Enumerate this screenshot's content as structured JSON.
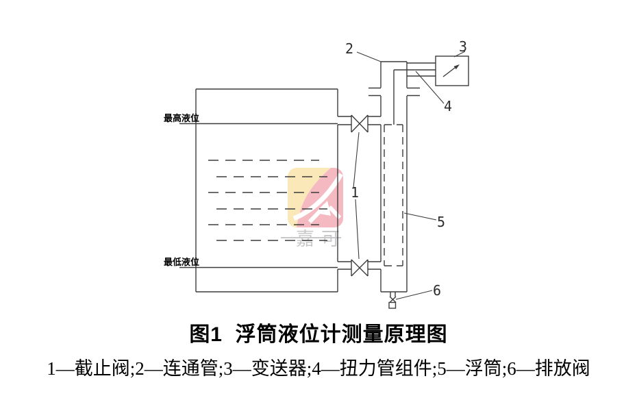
{
  "page": {
    "background": "#ffffff"
  },
  "figure": {
    "caption": "图1  浮筒液位计测量原理图",
    "legend": "1—截止阀;2—连通管;3—变送器;4—扭力管组件;5—浮筒;6—排放阀"
  },
  "diagram": {
    "line_color": "#3b3b3b",
    "levels": {
      "high": "最高液位",
      "low": "最低液位"
    },
    "parts": {
      "shutoff_valve": {
        "num": "1",
        "name": "截止阀"
      },
      "connecting_pipe": {
        "num": "2",
        "name": "连通管"
      },
      "transmitter": {
        "num": "3",
        "name": "变送器"
      },
      "torque_tube": {
        "num": "4",
        "name": "扭力管组件"
      },
      "displacer": {
        "num": "5",
        "name": "浮筒"
      },
      "drain_valve": {
        "num": "6",
        "name": "排放阀"
      }
    },
    "watermark": {
      "char1": "嘉",
      "char2": "可",
      "yellow": "#f8d98c",
      "red": "#ef8d98",
      "text_color": "#a5a5a7"
    }
  }
}
